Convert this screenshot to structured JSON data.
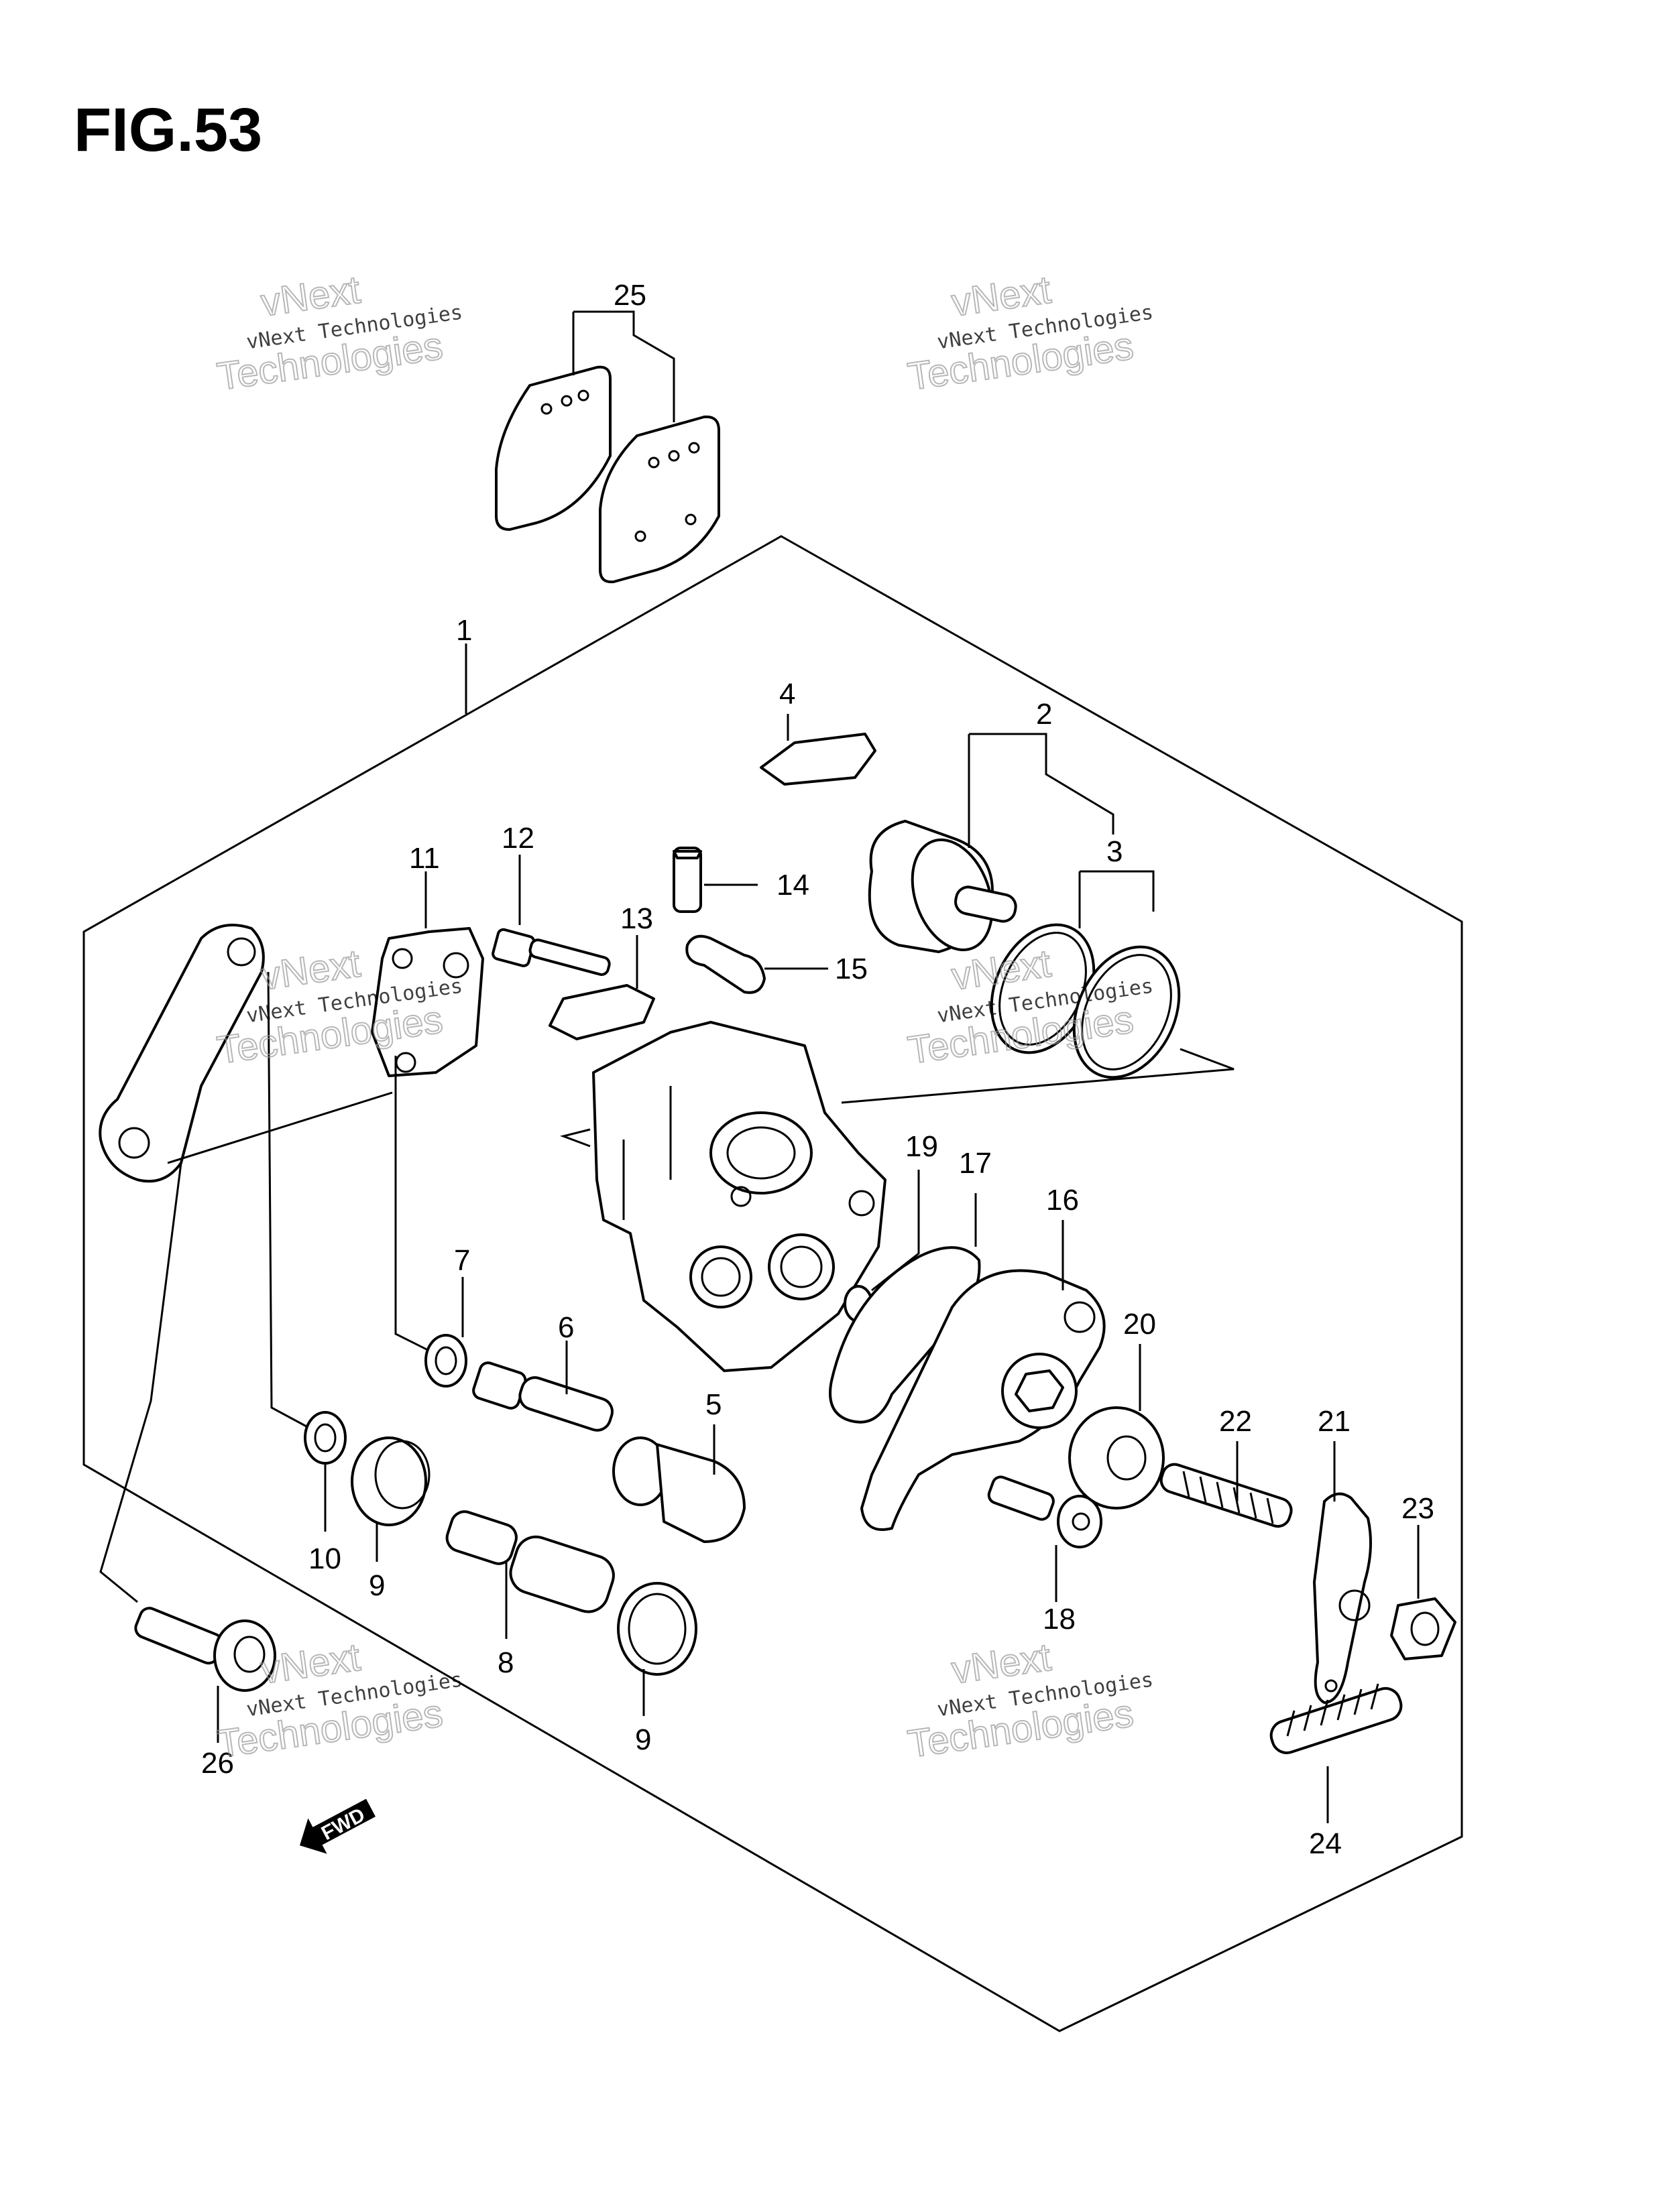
{
  "figure": {
    "title": "FIG.53"
  },
  "callouts": [
    "1",
    "2",
    "3",
    "4",
    "5",
    "6",
    "7",
    "8",
    "9",
    "9",
    "10",
    "11",
    "12",
    "13",
    "14",
    "15",
    "16",
    "17",
    "18",
    "19",
    "20",
    "21",
    "22",
    "23",
    "24",
    "25",
    "26"
  ],
  "watermark": {
    "small": "vNext Technologies",
    "big_top": "vNext",
    "big_bottom": "Technologies"
  },
  "direction_tag": "FWD"
}
